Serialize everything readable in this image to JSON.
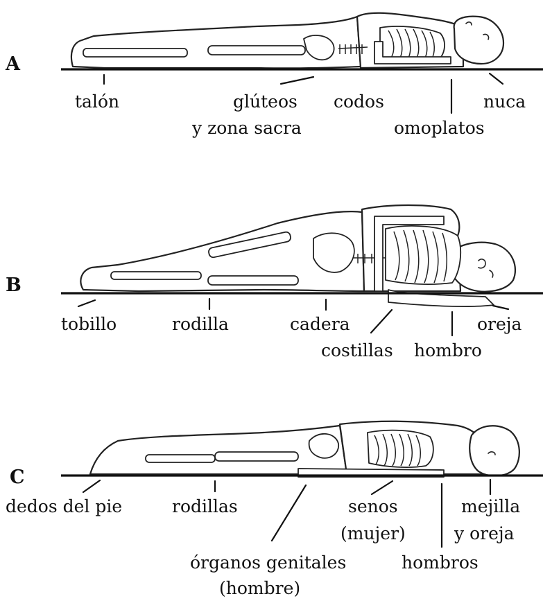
{
  "panels": [
    {
      "letter": "A",
      "labels": {
        "heel": "talón",
        "buttocks_line1": "glúteos",
        "buttocks_line2": "y zona sacra",
        "elbows": "codos",
        "shoulder_blades": "omoplatos",
        "nape": "nuca"
      }
    },
    {
      "letter": "B",
      "labels": {
        "ankle": "tobillo",
        "knee": "rodilla",
        "hip": "cadera",
        "ribs": "costillas",
        "shoulder": "hombro",
        "ear": "oreja"
      }
    },
    {
      "letter": "C",
      "labels": {
        "toes": "dedos del pie",
        "knees": "rodillas",
        "genitals_line1": "órganos genitales",
        "genitals_line2": "(hombre)",
        "breasts_line1": "senos",
        "breasts_line2": "(mujer)",
        "shoulders": "hombros",
        "cheek_line1": "mejilla",
        "cheek_line2": "y oreja"
      }
    }
  ]
}
